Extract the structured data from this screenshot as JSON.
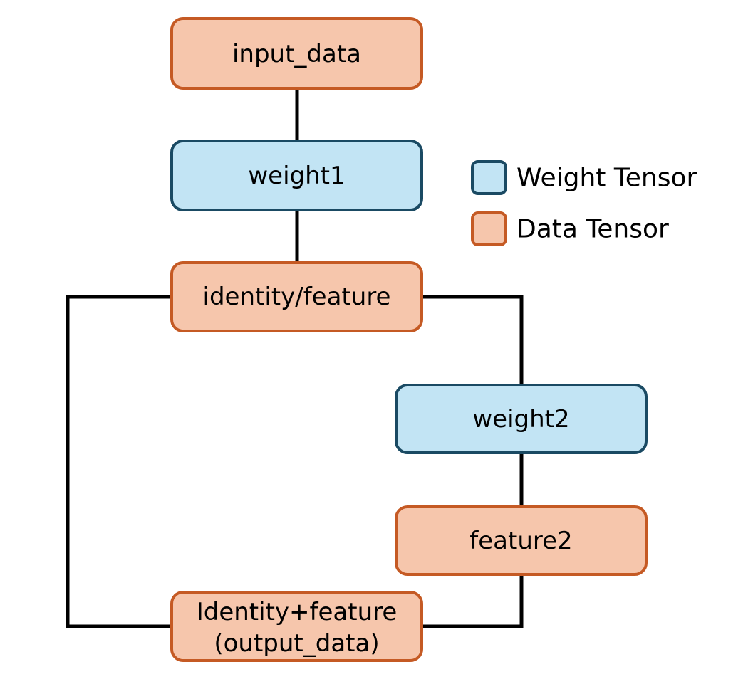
{
  "colors": {
    "data_fill": "#f6c6ac",
    "data_stroke": "#c55a24",
    "weight_fill": "#c2e4f4",
    "weight_stroke": "#1a4a63",
    "edge": "#000000"
  },
  "nodes": {
    "input_data": {
      "label": "input_data",
      "kind": "data"
    },
    "weight1": {
      "label": "weight1",
      "kind": "weight"
    },
    "identity_feature": {
      "label": "identity/feature",
      "kind": "data"
    },
    "weight2": {
      "label": "weight2",
      "kind": "weight"
    },
    "feature2": {
      "label": "feature2",
      "kind": "data"
    },
    "output": {
      "line1": "Identity+feature",
      "line2": "(output_data)",
      "kind": "data"
    }
  },
  "legend": {
    "weight": {
      "label": "Weight Tensor",
      "kind": "weight"
    },
    "data": {
      "label": "Data Tensor",
      "kind": "data"
    }
  },
  "edges": [
    {
      "from": "input_data",
      "to": "weight1"
    },
    {
      "from": "weight1",
      "to": "identity_feature"
    },
    {
      "from": "identity_feature",
      "to": "weight2"
    },
    {
      "from": "weight2",
      "to": "feature2"
    },
    {
      "from": "feature2",
      "to": "output"
    },
    {
      "from": "identity_feature",
      "to": "output"
    }
  ]
}
